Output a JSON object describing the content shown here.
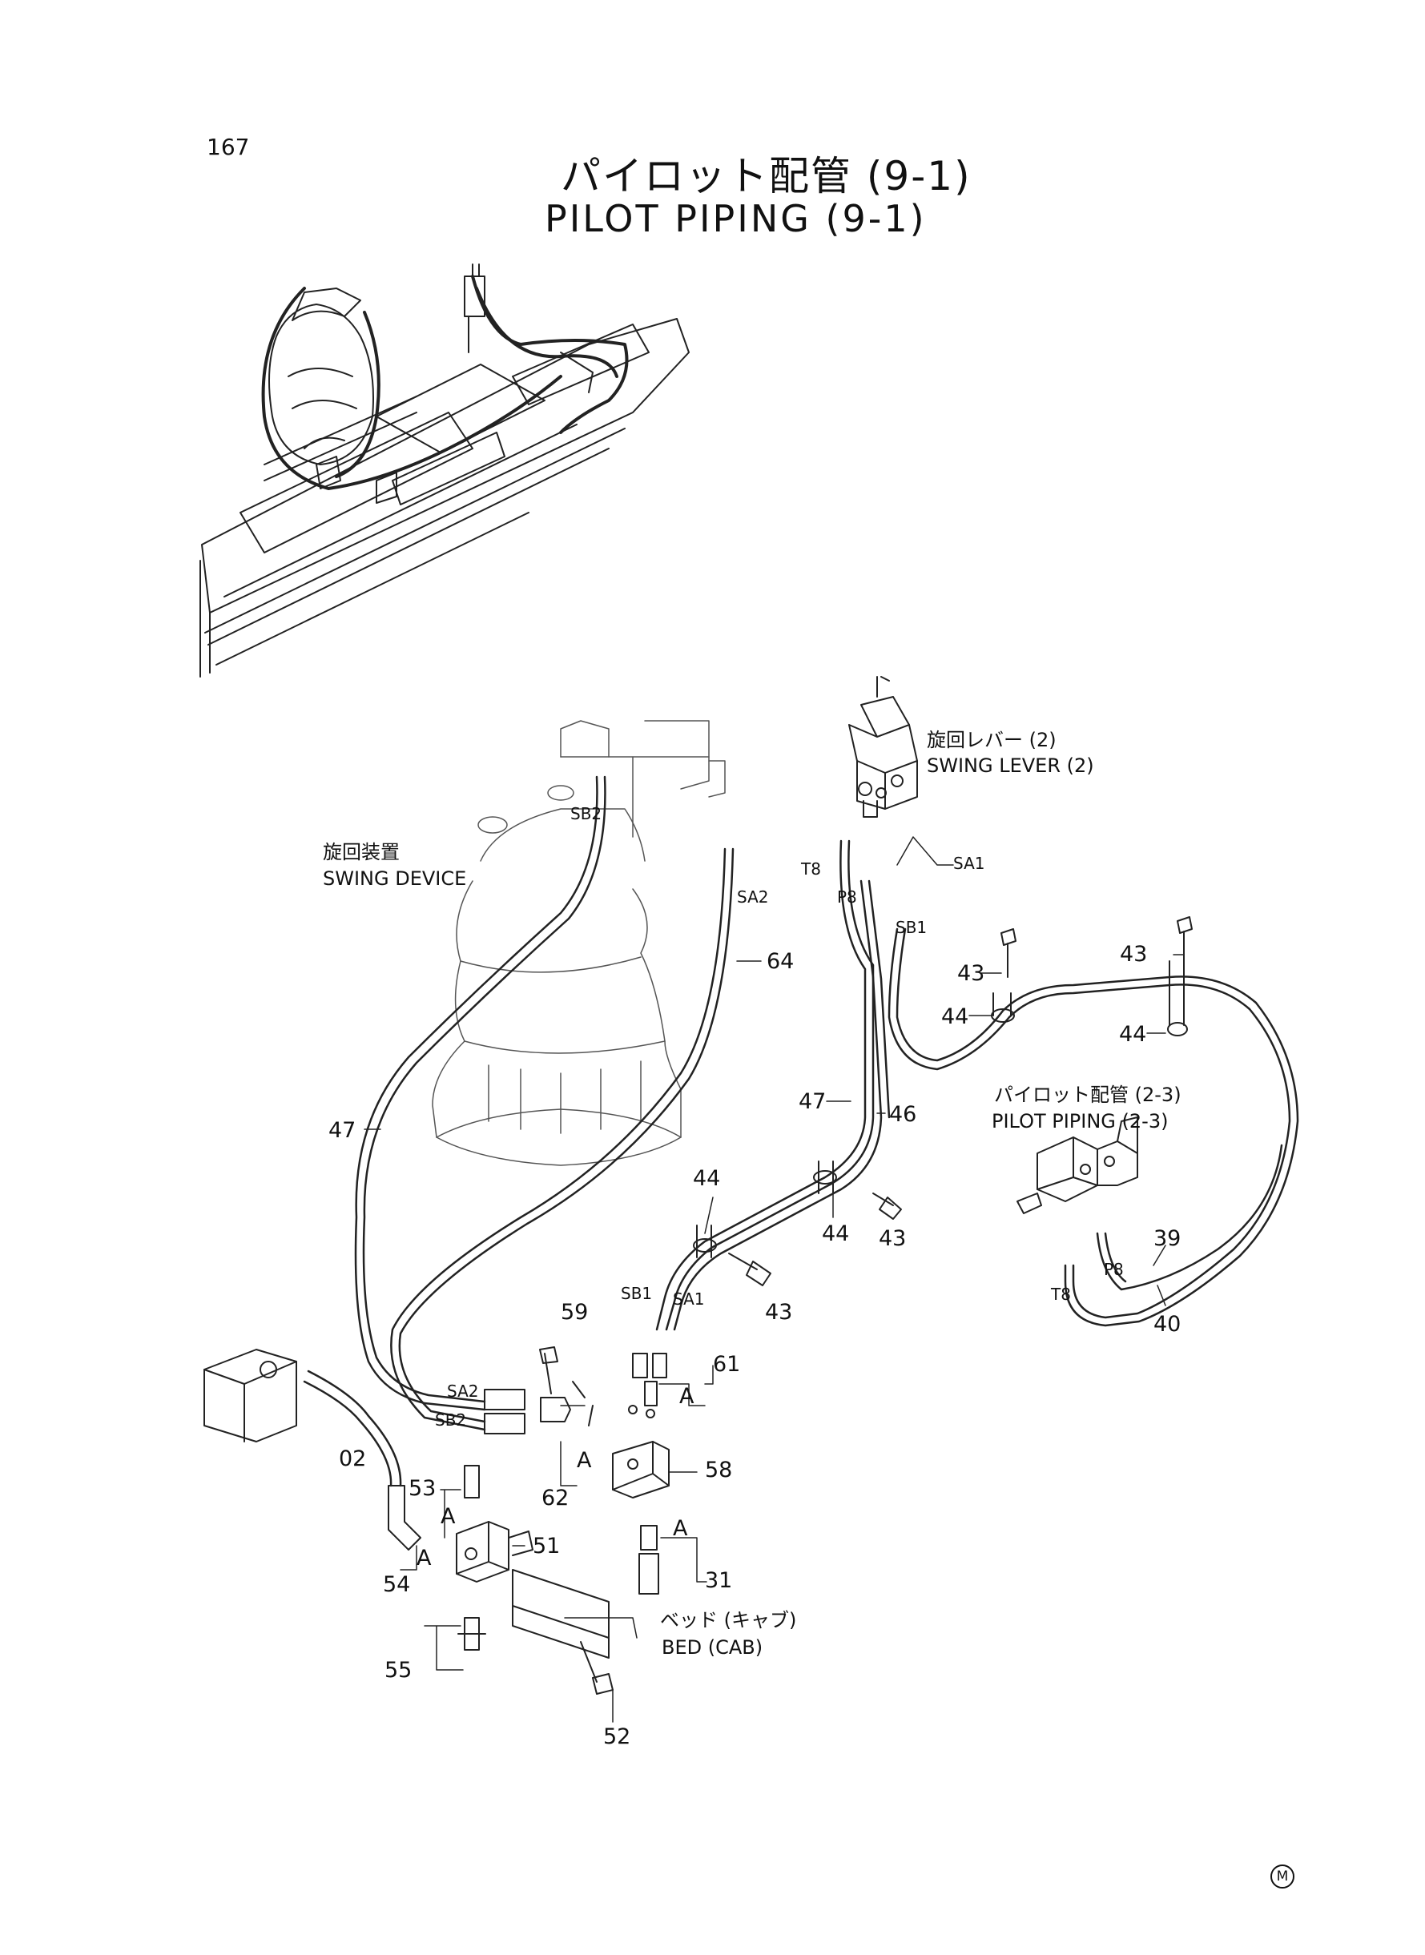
{
  "page_number": "167",
  "title": {
    "jp": "パイロット配管 (9-1)",
    "en": "PILOT PIPING (9-1)"
  },
  "labels": {
    "swing_lever_jp": "旋回レバー (2)",
    "swing_lever_en": "SWING LEVER (2)",
    "swing_device_jp": "旋回装置",
    "swing_device_en": "SWING DEVICE",
    "pilot_piping_jp": "パイロット配管 (2-3)",
    "pilot_piping_en": "PILOT PIPING (2-3)",
    "bed_jp": "ベッド (キャブ)",
    "bed_en": "BED (CAB)"
  },
  "ports": [
    "SB2",
    "SA2",
    "T8",
    "P8",
    "SA1",
    "SB1",
    "SB1",
    "SA1",
    "SA2",
    "SB2",
    "P8",
    "T8"
  ],
  "part_numbers": [
    "64",
    "43",
    "43",
    "44",
    "44",
    "47",
    "46",
    "47",
    "44",
    "44",
    "43",
    "43",
    "59",
    "61",
    "A",
    "58",
    "A",
    "62",
    "02",
    "53",
    "A",
    "51",
    "A",
    "54",
    "A",
    "31",
    "55",
    "52",
    "39",
    "40"
  ],
  "mark": "M"
}
